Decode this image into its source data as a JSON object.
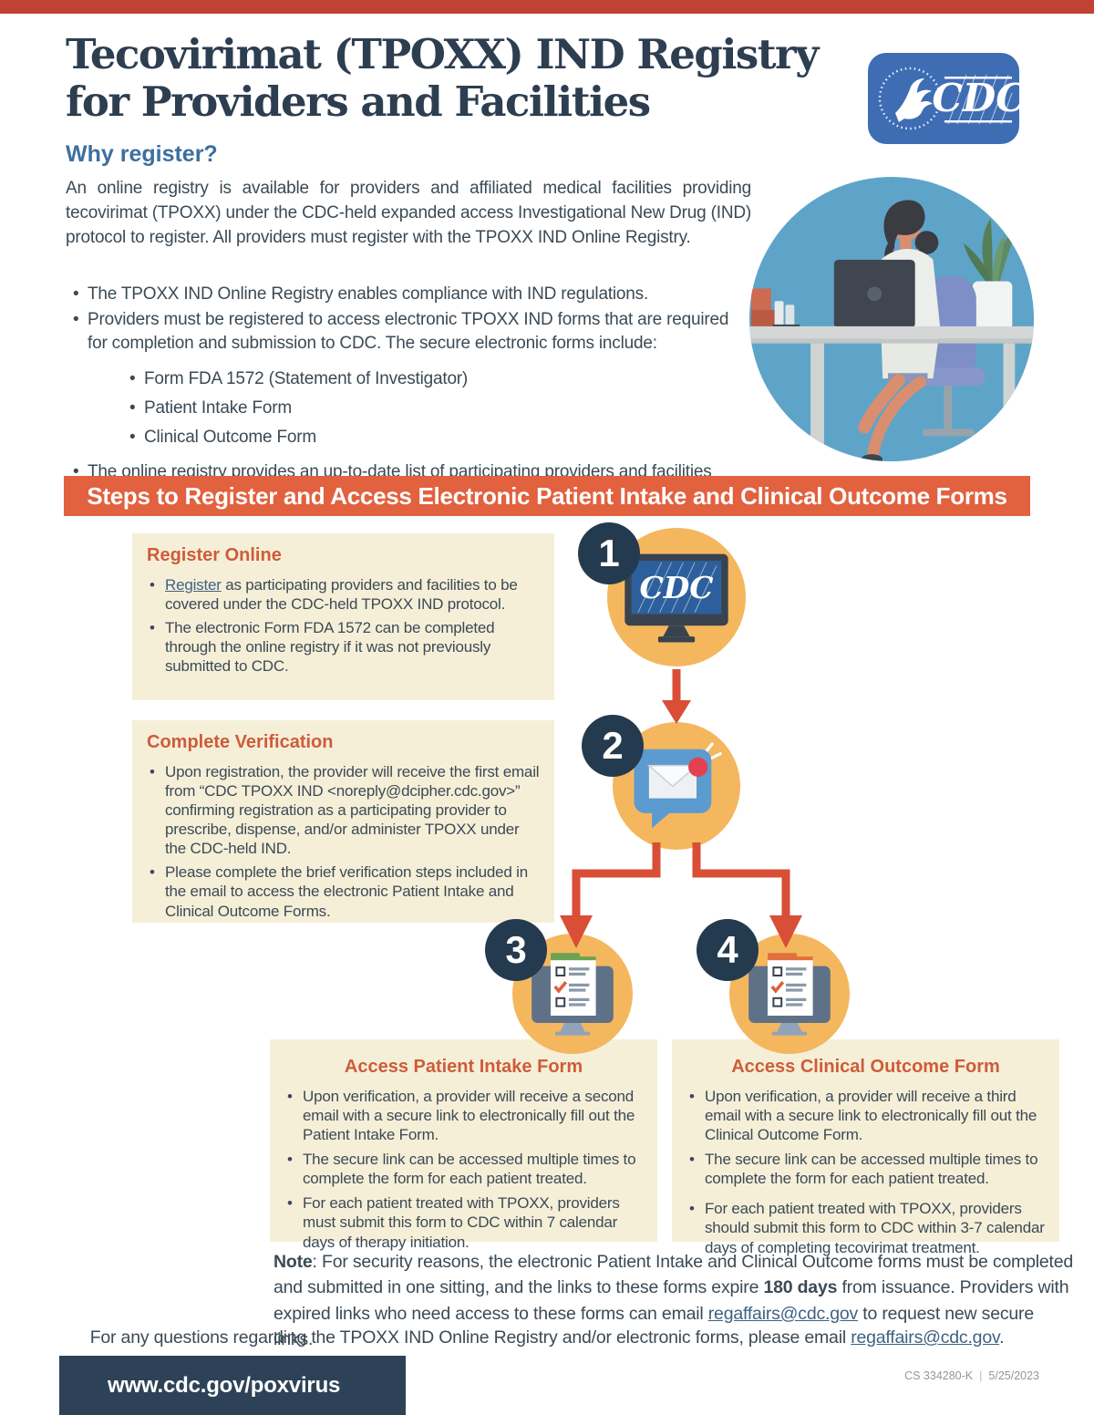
{
  "page": {
    "title_line1": "Tecovirimat (TPOXX) IND Registry",
    "title_line2": "for Providers and Facilities"
  },
  "logo": {
    "cdc_label": "CDC"
  },
  "why": {
    "heading": "Why register?",
    "intro": "An online registry is available for providers and affiliated medical facilities providing tecovirimat (TPOXX) under the CDC-held expanded access Investigational New Drug (IND) protocol to register. All providers must register with the TPOXX IND Online Registry.",
    "bullet1": "The TPOXX IND Online Registry enables compliance with IND regulations.",
    "bullet2": "Providers must be registered to access electronic TPOXX IND forms that are required for completion and submission to CDC. The secure electronic forms include:",
    "sub_bullets": [
      "Form FDA 1572 (Statement of Investigator)",
      "Patient Intake Form",
      "Clinical Outcome Form"
    ],
    "bullet3": "The online registry provides an up-to-date list of participating providers and facilities under the TPOXX IND protocol."
  },
  "banner": {
    "text": "Steps to Register and Access Electronic Patient Intake and Clinical Outcome Forms"
  },
  "steps": {
    "step1": {
      "number": "1",
      "heading": "Register Online",
      "bullet1_link": "Register",
      "bullet1_rest": " as participating providers and facilities to be covered under the CDC-held TPOXX IND protocol.",
      "bullet2": "The electronic Form FDA 1572 can be completed through the online registry if it was not previously submitted to CDC.",
      "screen_label": "CDC"
    },
    "step2": {
      "number": "2",
      "heading": "Complete Verification",
      "bullet1": "Upon registration, the provider will receive the first email from “CDC TPOXX IND <noreply@dcipher.cdc.gov>” confirming registration as a participating provider to prescribe, dispense, and/or administer TPOXX under the CDC-held IND.",
      "bullet2": "Please complete the brief verification steps included in the email to access the electronic Patient Intake and Clinical Outcome Forms."
    },
    "step3": {
      "number": "3",
      "heading": "Access Patient Intake Form",
      "bullet1": "Upon verification, a provider will receive a second email with a secure link to electronically fill out the Patient Intake Form.",
      "bullet2": "The secure link can be accessed multiple times to complete the form for each patient treated.",
      "bullet3": "For each patient treated with TPOXX, providers must submit this form to CDC within 7 calendar days of therapy initiation."
    },
    "step4": {
      "number": "4",
      "heading": "Access Clinical Outcome Form",
      "bullet1": "Upon verification, a provider will receive a third email with a secure link to electronically fill out the Clinical Outcome Form.",
      "bullet2": "The secure link can be accessed multiple times to complete the form for each patient treated.",
      "bullet3": "For each patient treated with TPOXX, providers should submit this form to CDC within 3-7 calendar days of completing tecovirimat treatment."
    }
  },
  "note": {
    "label": "Note",
    "part1": ": For security reasons, the electronic Patient Intake and Clinical Outcome forms must be completed and submitted in one sitting, and the links to these forms expire ",
    "bold": "180 days",
    "part2": " from issuance. Providers with expired links who need access to these forms can email ",
    "link": "regaffairs@cdc.gov",
    "part3": " to request new secure links."
  },
  "questions": {
    "part1": "For any questions regarding the TPOXX IND Online Registry and/or electronic forms, please email ",
    "link": "regaffairs@cdc.gov",
    "part2": "."
  },
  "footer": {
    "url": "www.cdc.gov/poxvirus",
    "cs_number": "CS 334280-K",
    "date": "5/25/2023"
  },
  "colors": {
    "top_bar": "#bf4234",
    "title": "#2d3e50",
    "section_heading": "#3d6f9e",
    "banner_bg": "#e2613e",
    "box_bg": "#f6efd8",
    "box_heading": "#ce5c3a",
    "step_circle": "#f4b75e",
    "badge": "#243a4f",
    "arrow": "#d94e36",
    "footer_bg": "#2e4257",
    "logo_bg": "#3f6db4",
    "link": "#3f6282"
  }
}
